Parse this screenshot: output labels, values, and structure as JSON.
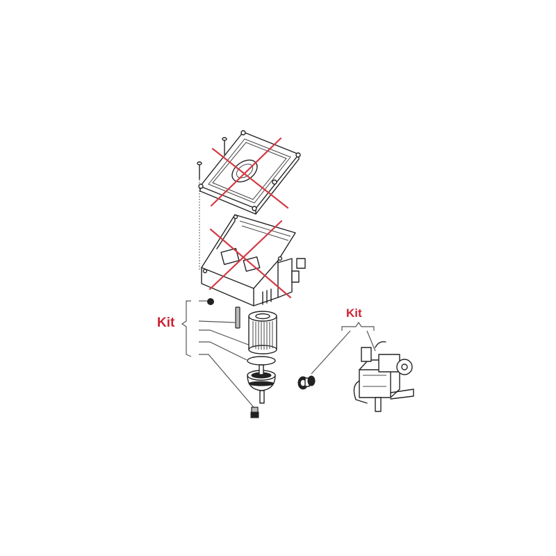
{
  "diagram": {
    "type": "exploded-parts-diagram",
    "labels": {
      "kit_left": "Kit",
      "kit_right": "Kit"
    },
    "colors": {
      "label_red": "#cc2233",
      "cross_red": "#d23a44",
      "line": "#222222",
      "background": "#ffffff"
    },
    "parts": [
      {
        "id": "cover-screw-1",
        "description": "screw",
        "crossed_out": false
      },
      {
        "id": "cover-screw-2",
        "description": "screw",
        "crossed_out": false
      },
      {
        "id": "housing-cover",
        "description": "cover lid",
        "crossed_out": true
      },
      {
        "id": "housing-box",
        "description": "housing box",
        "crossed_out": true
      },
      {
        "id": "nut",
        "description": "nut",
        "crossed_out": false,
        "kit": "left"
      },
      {
        "id": "bolt",
        "description": "bolt",
        "crossed_out": false,
        "kit": "left"
      },
      {
        "id": "filter-cartridge",
        "description": "filter cartridge",
        "crossed_out": false,
        "kit": "left"
      },
      {
        "id": "o-ring",
        "description": "o-ring seal",
        "crossed_out": false,
        "kit": "left"
      },
      {
        "id": "filter-bowl",
        "description": "filter bowl",
        "crossed_out": false,
        "kit": "left"
      },
      {
        "id": "drain-plug",
        "description": "drain plug",
        "crossed_out": false,
        "kit": "left"
      },
      {
        "id": "connector-sleeve",
        "description": "connector sleeve",
        "crossed_out": false,
        "kit": "right"
      },
      {
        "id": "valve-assembly",
        "description": "valve assembly",
        "crossed_out": false,
        "kit": "right"
      }
    ]
  }
}
